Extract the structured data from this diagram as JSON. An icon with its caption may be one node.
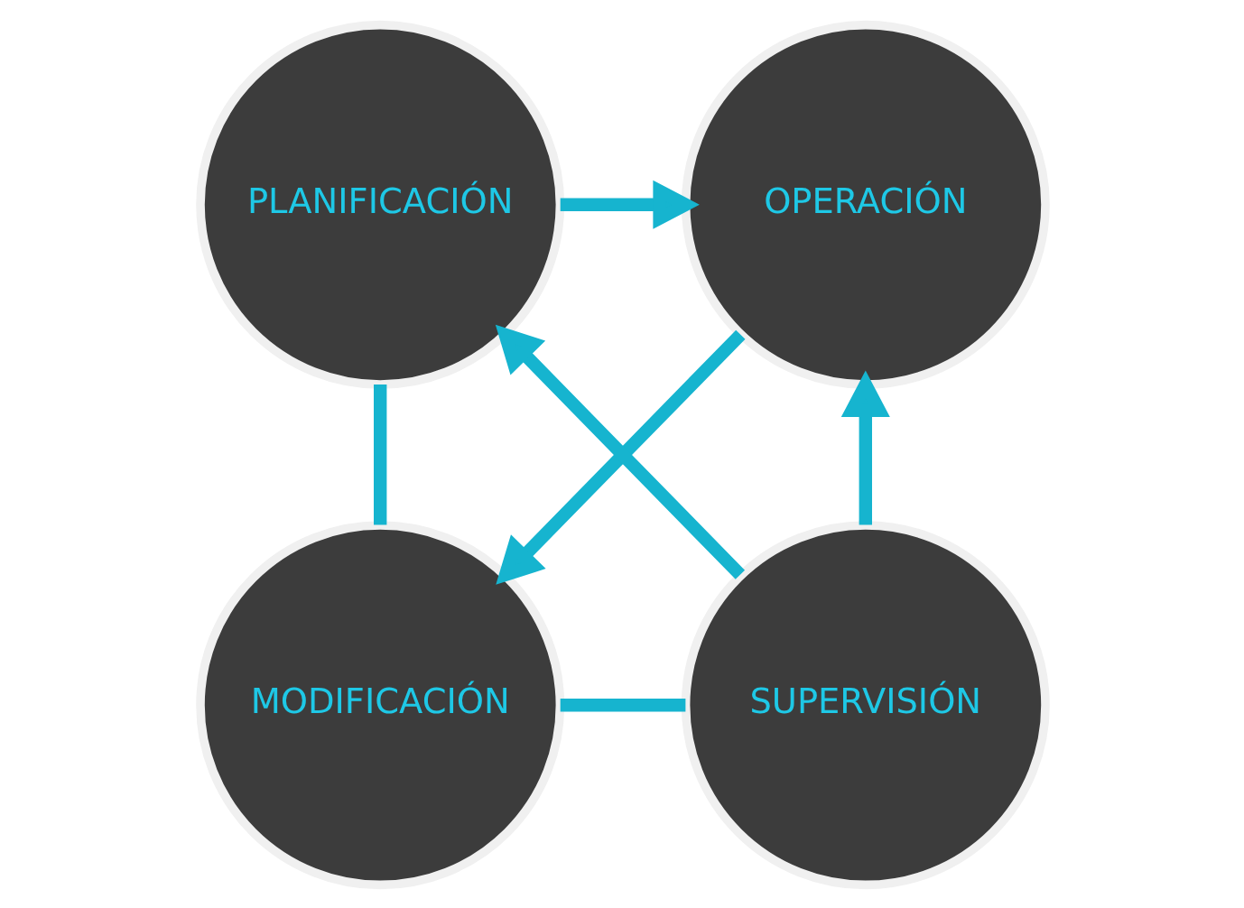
{
  "diagram": {
    "nodes": [
      {
        "text": [
          "PLANIFICACIÓN"
        ]
      },
      {
        "text": [
          "OPERACIÓN"
        ]
      },
      {
        "text": [
          "MODIFICACIÓN"
        ]
      },
      {
        "text": [
          "SUPERVISIÓN"
        ]
      }
    ],
    "edges": [
      {
        "from": 0,
        "to": 1,
        "arrow": "to"
      },
      {
        "from": 1,
        "to": 2,
        "arrow": "to"
      },
      {
        "from": 3,
        "to": 1,
        "arrow": "to"
      },
      {
        "from": 3,
        "to": 0,
        "arrow": "to"
      },
      {
        "from": 2,
        "to": 0,
        "arrow": "none"
      },
      {
        "from": 2,
        "to": 3,
        "arrow": "none"
      }
    ]
  }
}
